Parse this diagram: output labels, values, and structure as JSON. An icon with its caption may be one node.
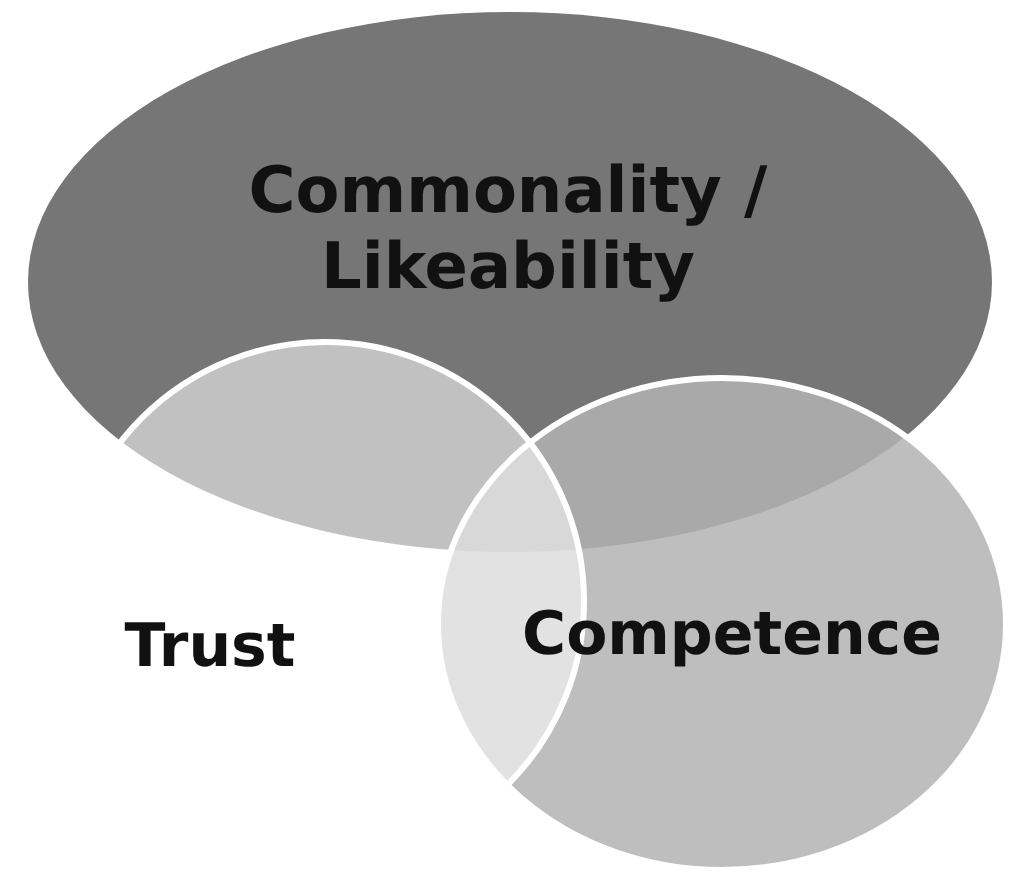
{
  "diagram": {
    "nodes": [
      {
        "text": [
          "Commonality / Likeability"
        ]
      },
      {
        "text": [
          "Trust"
        ]
      },
      {
        "text": [
          "Competence"
        ]
      }
    ]
  }
}
